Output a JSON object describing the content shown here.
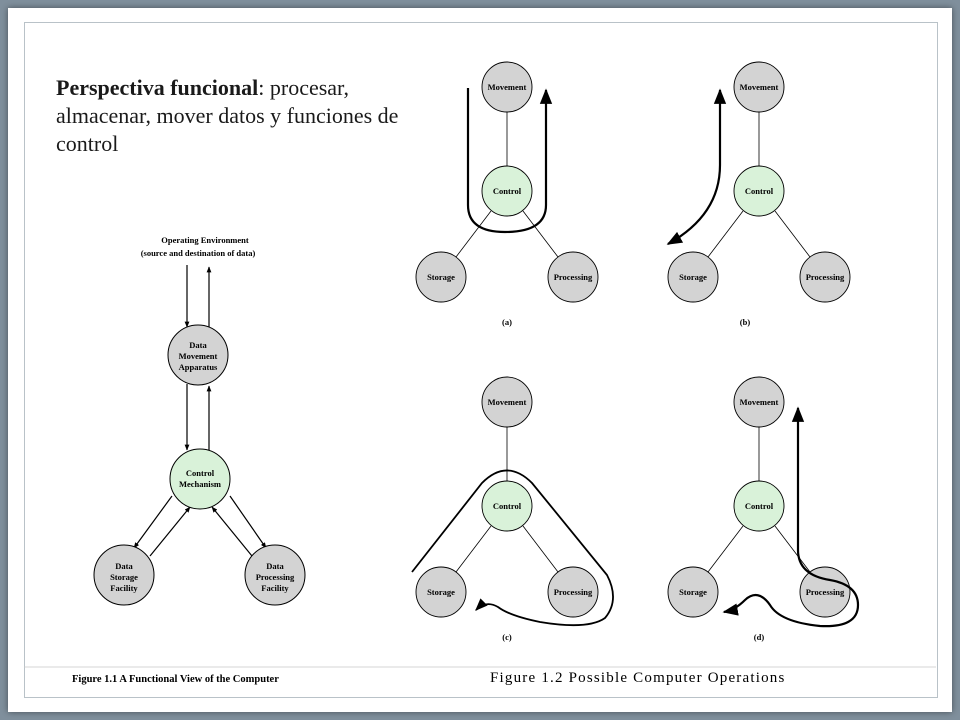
{
  "slide": {
    "title_bold": "Perspectiva funcional",
    "title_rest": ": procesar, almacenar, mover datos y funciones de control"
  },
  "figure1": {
    "env_line1": "Operating Environment",
    "env_line2": "(source and destination of data)",
    "movement": [
      "Data",
      "Movement",
      "Apparatus"
    ],
    "control": [
      "Control",
      "Mechanism"
    ],
    "storage": [
      "Data",
      "Storage",
      "Facility"
    ],
    "processing": [
      "Data",
      "Processing",
      "Facility"
    ],
    "caption": "Figure 1.1   A Functional View of the Computer"
  },
  "figure2": {
    "node_labels": {
      "movement": "Movement",
      "control": "Control",
      "storage": "Storage",
      "processing": "Processing"
    },
    "panel_labels": [
      "(a)",
      "(b)",
      "(c)",
      "(d)"
    ],
    "caption": "Figure 1.2   Possible Computer Operations"
  },
  "colors": {
    "grey_node": "#d3d3d3",
    "green_node": "#d9f2d9",
    "frame_bg": "#7f8f9c"
  }
}
